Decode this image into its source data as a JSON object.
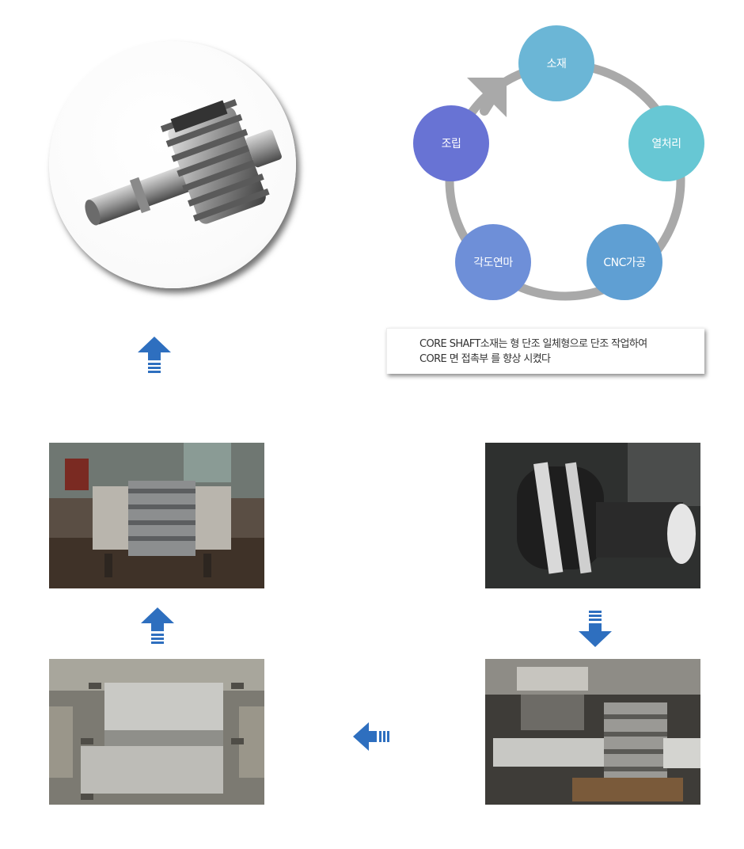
{
  "cycle": {
    "steps": [
      {
        "label": "소재"
      },
      {
        "label": "열처리"
      },
      {
        "label": "CNC가공"
      },
      {
        "label": "각도연마"
      },
      {
        "label": "조립"
      }
    ]
  },
  "caption": {
    "line1": "CORE SHAFT소재는 형 단조 일체형으로 단조 작업하여",
    "line2": "CORE 면 접촉부 를 향상 시켰다"
  },
  "colors": {
    "cycle_ring": "#a9a9a9",
    "arrow_blue": "#2e6fbf",
    "step_material": "#6bb6d6",
    "step_heat": "#67c7d4",
    "step_cnc": "#5f9fd3",
    "step_grind": "#6e8fd8",
    "step_assembly": "#6873d4"
  },
  "icons": {
    "process_arrow": "arrow-icon",
    "cycle_start": "curved-arrow-icon"
  }
}
